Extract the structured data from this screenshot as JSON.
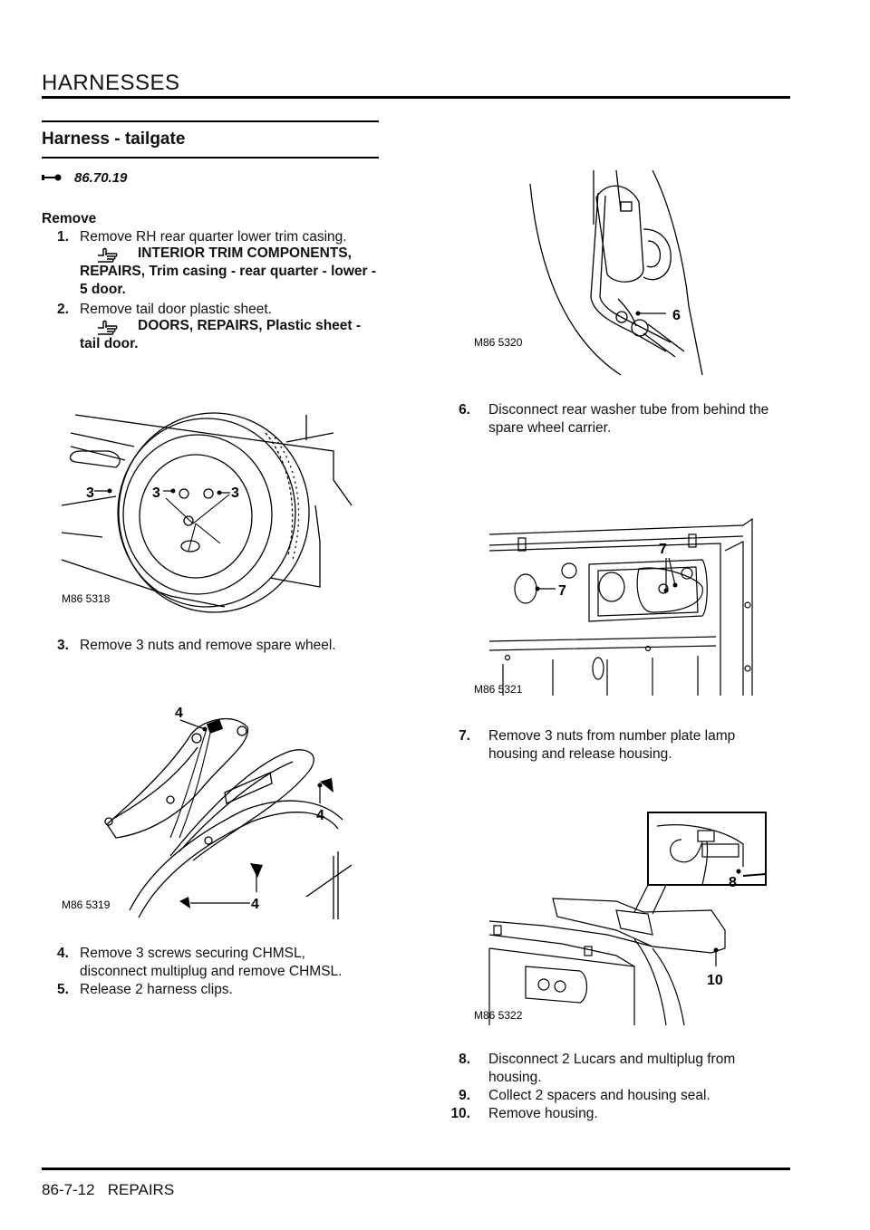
{
  "header": {
    "title": "HARNESSES"
  },
  "section": {
    "title": "Harness - tailgate",
    "opcode": "86.70.19",
    "remove_heading": "Remove"
  },
  "steps": [
    {
      "num": "1.",
      "text": "Remove RH rear quarter lower trim casing.",
      "ref": "INTERIOR TRIM COMPONENTS, REPAIRS, Trim casing - rear quarter - lower - 5 door."
    },
    {
      "num": "2.",
      "text": "Remove tail door plastic sheet.",
      "ref": "DOORS, REPAIRS, Plastic sheet - tail door."
    },
    {
      "num": "3.",
      "text": "Remove 3 nuts and remove spare wheel."
    },
    {
      "num": "4.",
      "text": "Remove 3 screws securing CHMSL, disconnect multiplug and remove CHMSL."
    },
    {
      "num": "5.",
      "text": "Release 2 harness clips."
    },
    {
      "num": "6.",
      "text": "Disconnect rear washer tube from behind the spare wheel carrier."
    },
    {
      "num": "7.",
      "text": "Remove 3 nuts from number plate lamp housing and release housing."
    },
    {
      "num": "8.",
      "text": "Disconnect 2 Lucars and multiplug from housing."
    },
    {
      "num": "9.",
      "text": "Collect 2 spacers and housing seal."
    },
    {
      "num": "10.",
      "text": "Remove housing."
    }
  ],
  "figures": {
    "fig1": {
      "id": "M86 5318",
      "callouts": [
        "3",
        "3",
        "3"
      ]
    },
    "fig2": {
      "id": "M86 5319",
      "callouts": [
        "4",
        "4",
        "4"
      ]
    },
    "fig3": {
      "id": "M86 5320",
      "callouts": [
        "6"
      ]
    },
    "fig4": {
      "id": "M86 5321",
      "callouts": [
        "7",
        "7"
      ]
    },
    "fig5": {
      "id": "M86 5322",
      "callouts": [
        "8",
        "10"
      ]
    }
  },
  "footer": {
    "page": "86-7-12",
    "section": "REPAIRS"
  },
  "icons": {
    "opcode_icon": "wrench-icon",
    "reference_icon": "pointing-hand-icon"
  }
}
